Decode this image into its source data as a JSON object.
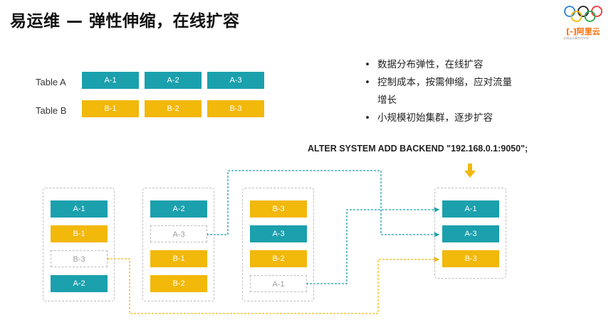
{
  "title": "易运维 — 弹性伸缩，在线扩容",
  "logo": {
    "brand": "阿里云",
    "sub": "全球云计算合作伙伴"
  },
  "tables": [
    {
      "label": "Table A",
      "blocks": [
        "A-1",
        "A-2",
        "A-3"
      ]
    },
    {
      "label": "Table B",
      "blocks": [
        "B-1",
        "B-2",
        "B-3"
      ]
    }
  ],
  "bullets": [
    "数据分布弹性，在线扩容",
    "控制成本，按需伸缩，应对流量增长",
    "小规模初始集群，逐步扩容"
  ],
  "command": "ALTER SYSTEM ADD BACKEND \"192.168.0.1:9050\";",
  "nodes": [
    {
      "blocks": [
        "A-1",
        "B-1",
        "B-3",
        "A-2"
      ]
    },
    {
      "blocks": [
        "A-2",
        "A-3",
        "B-1",
        "B-2"
      ]
    },
    {
      "blocks": [
        "B-3",
        "A-3",
        "B-2",
        "A-1"
      ]
    },
    {
      "blocks": [
        "A-1",
        "A-3",
        "B-3"
      ]
    }
  ],
  "colors": {
    "teal": "#1ba0ad",
    "yellow": "#f2b80a",
    "arrow": "#f2b80a"
  }
}
